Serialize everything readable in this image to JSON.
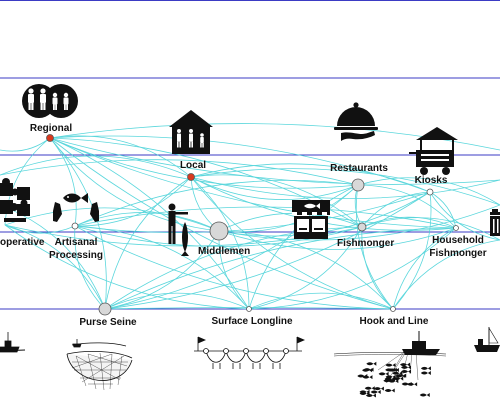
{
  "nodes": {
    "regional": "Regional",
    "local": "Local",
    "restaurants": "Restaurants",
    "kiosks": "Kiosks",
    "cooperative": "operative",
    "artisanal": [
      "Artisanal",
      "Processing"
    ],
    "middlemen": "Middlemen",
    "fishmonger": "Fishmonger",
    "household": [
      "Household",
      "Fishmonger"
    ],
    "purse_seine": "Purse Seine",
    "surface_longline": "Surface Longline",
    "hook_and_line": "Hook and Line"
  },
  "colors": {
    "edge": "#3fd0d6",
    "tier_line": "#3b3bc4",
    "market_node": "#d9391f",
    "node_fill": "#d8d8d8",
    "icon": "#111111"
  },
  "icons": [
    "people-icon",
    "house-family-icon",
    "cloche-icon",
    "kiosk-cart-icon",
    "puzzle-icon",
    "hands-fish-icon",
    "person-pointing-fish-icon",
    "fish-shop-icon",
    "trash-bin-icon",
    "purse-seine-boat-icon",
    "longline-icon",
    "hook-line-boat-icon",
    "small-boat-icon"
  ]
}
